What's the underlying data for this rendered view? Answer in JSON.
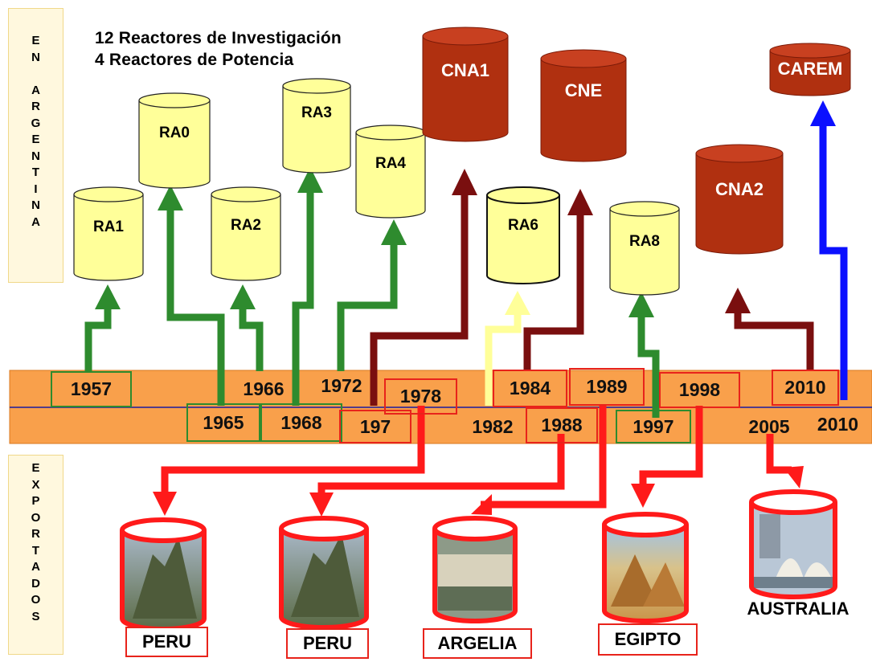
{
  "side_top": {
    "letters": [
      "E",
      "N",
      "",
      "A",
      "R",
      "G",
      "E",
      "N",
      "T",
      "I",
      "N",
      "A"
    ]
  },
  "side_bottom": {
    "letters": [
      "E",
      "X",
      "P",
      "O",
      "R",
      "T",
      "A",
      "D",
      "O",
      "S"
    ]
  },
  "heading": {
    "line1": "12 Reactores de Investigación",
    "line2": "4 Reactores de Potencia"
  },
  "reactors": {
    "ra1": "RA1",
    "ra0": "RA0",
    "ra2": "RA2",
    "ra3": "RA3",
    "ra4": "RA4",
    "cna1": "CNA1",
    "cne": "CNE",
    "ra6": "RA6",
    "ra8": "RA8",
    "cna2": "CNA2",
    "carem": "CAREM"
  },
  "years_top": {
    "y1957": "1957",
    "y1966": "1966",
    "y1972": "1972",
    "y1978": "1978",
    "y1984": "1984",
    "y1989": "1989",
    "y1998": "1998",
    "y2010": "2010"
  },
  "years_bottom": {
    "y1965": "1965",
    "y1968": "1968",
    "y197": "197",
    "y1982": "1982",
    "y1988": "1988",
    "y1997": "1997",
    "y2005": "2005",
    "y2010": "2010"
  },
  "countries": {
    "peru1": "PERU",
    "peru2": "PERU",
    "argelia": "ARGELIA",
    "egipto": "EGIPTO",
    "australia": "AUSTRALIA"
  },
  "colors": {
    "green": "#2e8b2e",
    "darkred": "#7a0f0f",
    "red": "#ff1a1a",
    "blue": "#0b10ff",
    "paleyellow": "#ffff99",
    "band": "#f9a04b",
    "brick": "#b03010"
  }
}
